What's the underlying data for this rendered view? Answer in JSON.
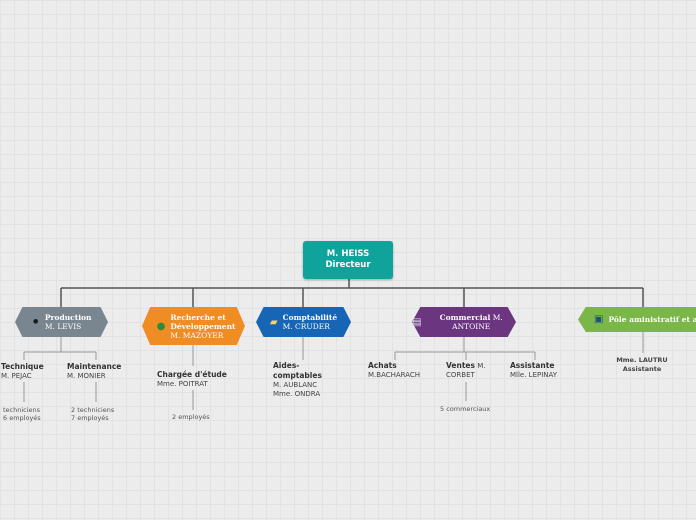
{
  "root": {
    "name": "M. HEISS",
    "role": "Directeur"
  },
  "production": {
    "icon": "black-circle-icon",
    "title": "Production",
    "person": "M. LEVIS",
    "color": "#7a868f"
  },
  "rd": {
    "icon": "globe-icon",
    "title": "Recherche et Développement",
    "person": "M. MAZOYER",
    "color": "#f08c24"
  },
  "compta": {
    "icon": "folder-icon",
    "title": "Comptabilité",
    "person": "M. CRUDER",
    "color": "#1765b5"
  },
  "commercial": {
    "icon": "document-icon",
    "title": "Commercial",
    "person": "M. ANTOINE",
    "color": "#6b3580"
  },
  "admin": {
    "icon": "computer-icon",
    "title": "Pôle aministratif et accueil",
    "color": "#7ab648"
  },
  "technique": {
    "title": "Technique",
    "person": "M. PEJAC",
    "detail1": "techniciens",
    "detail2": "6 employés"
  },
  "maintenance": {
    "title": "Maintenance",
    "person": "M. MONIER",
    "detail1": "2 techniciens",
    "detail2": "7 employés"
  },
  "chargee": {
    "title": "Chargée d'étude",
    "person": "Mme. POITRAT",
    "detail": "2 employés"
  },
  "aides": {
    "title1": "Aides-",
    "title2": "comptables",
    "person1": "M. AUBLANC",
    "person2": "Mme. ONDRA"
  },
  "achats": {
    "title": "Achats",
    "person": "M.BACHARACH"
  },
  "ventes": {
    "title": "Ventes",
    "person_a": "M.",
    "person_b": "CORBET",
    "detail": "5 commerciaux"
  },
  "assistante": {
    "title": "Assistante",
    "person": "Mlle. LEPINAY"
  },
  "lautru": {
    "name": "Mme. LAUTRU",
    "role": "Assistante"
  }
}
